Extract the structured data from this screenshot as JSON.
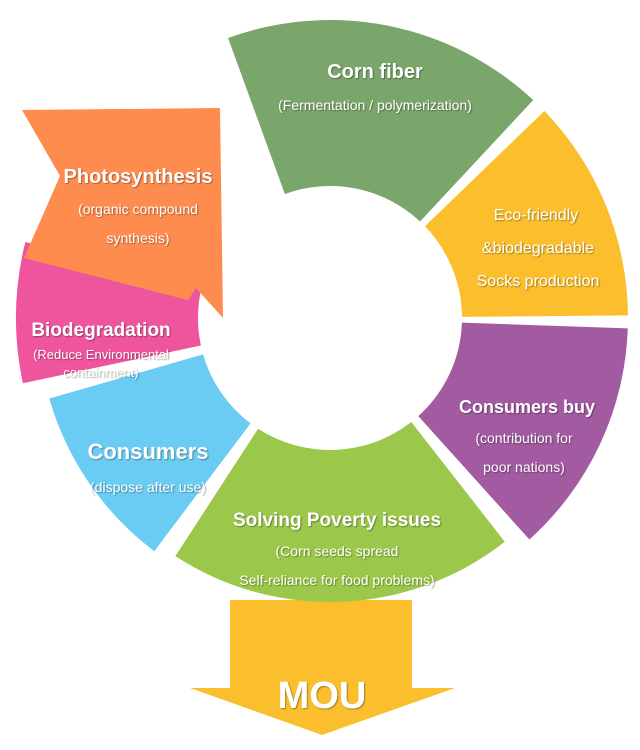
{
  "segments": {
    "corn_fiber": {
      "title": "Corn fiber",
      "sub": [
        "(Fermentation / polymerization)"
      ],
      "color": "#7BA66B"
    },
    "socks": {
      "title": "",
      "sub": [
        "Eco-friendly",
        "&biodegradable",
        "Socks production"
      ],
      "color": "#FBBF2E"
    },
    "consumers_buy": {
      "title": "Consumers buy",
      "sub": [
        "(contribution for",
        "poor nations)"
      ],
      "color": "#A25AA1"
    },
    "poverty": {
      "title": "Solving Poverty issues",
      "sub": [
        "(Corn seeds spread",
        "Self-reliance for food problems)"
      ],
      "color": "#9BC84A"
    },
    "consumers": {
      "title": "Consumers",
      "sub": [
        "(dispose after use)"
      ],
      "color": "#6BCCF3"
    },
    "biodegradation": {
      "title": "Biodegradation",
      "sub": [
        "(Reduce Environmental",
        "containment)"
      ],
      "color": "#EE559D"
    },
    "photosynthesis": {
      "title": "Photosynthesis",
      "sub": [
        "(organic compound",
        "synthesis)"
      ],
      "color": "#FF8C4F"
    }
  },
  "arrow": {
    "label": "MOU",
    "color": "#FBBF2E"
  }
}
